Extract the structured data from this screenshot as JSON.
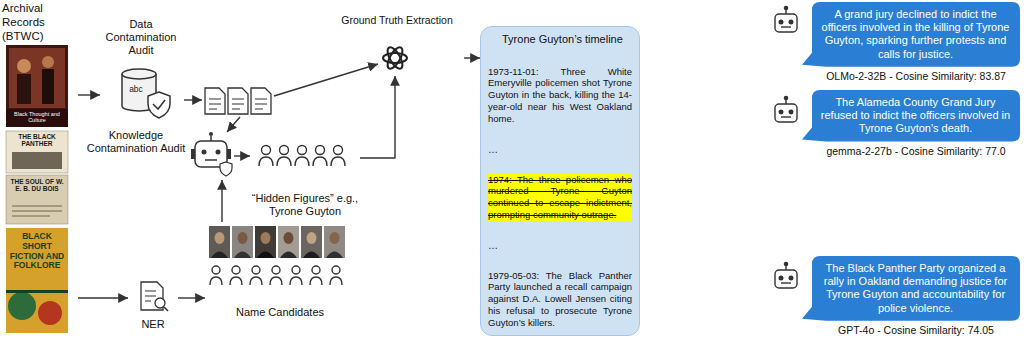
{
  "diagram": {
    "nodes": [
      {
        "text": [
          "Archival Records (BTWC)"
        ]
      },
      {
        "text": [
          "Data Contamination Audit"
        ]
      },
      {
        "text": [
          "Ground Truth Extraction"
        ]
      },
      {
        "text": [
          "Knowledge Contamination Audit"
        ]
      },
      {
        "text": [
          "NER"
        ]
      },
      {
        "text": [
          "Name Candidates"
        ]
      },
      {
        "text": [
          "“Hidden Figures” e.g., Tyrone Guyton"
        ]
      },
      {
        "text": [
          "Tyrone Guyton’s timeline",
          "1973-11-01: Three White Emeryville policemen shot Tyrone Guyton in the back, killing the 14-year-old near his West Oakland home.",
          "…",
          "1974: The three policemen who murdered Tyrone Guyton continued to escape indictment, prompting community outrage.",
          "…",
          "1979-05-03: The Black Panther Party launched a recall campaign against D.A. Lowell Jensen citing his refusal to prosecute Tyrone Guyton’s killers."
        ]
      },
      {
        "text": [
          "A grand jury declined to indict the officers involved in the killing of Tyrone Guyton, sparking further protests and calls for justice."
        ]
      },
      {
        "text": [
          "The Alameda County Grand Jury refused to indict the officers involved in Tyrone Guyton's death."
        ]
      },
      {
        "text": [
          "The Black Panther Party organized a rally in Oakland demanding justice for Tyrone Guyton and accountability for police violence."
        ]
      }
    ],
    "edges": [
      {
        "from": 0,
        "to": 1,
        "arrow": "to"
      },
      {
        "from": 0,
        "to": 4,
        "arrow": "to"
      },
      {
        "from": 4,
        "to": 5,
        "arrow": "to"
      },
      {
        "from": 5,
        "to": 3,
        "arrow": "to"
      },
      {
        "from": 3,
        "to": 6,
        "arrow": "to"
      },
      {
        "from": 6,
        "to": 2,
        "arrow": "to"
      },
      {
        "from": 2,
        "to": 7,
        "arrow": "to"
      }
    ],
    "labels": [
      "Black Thought and Culture",
      "THE BLACK PANTHER",
      "THE SOUL OF W. E. B. DU BOIS",
      "BLACK SHORT FICTION AND FOLKLORE",
      "abc",
      "OLMo-2-32B - Cosine Similarity: 83.87",
      "gemma-2-27b - Cosine Similarity: 77.0",
      "GPT-4o - Cosine Similarity: 74.05"
    ]
  }
}
